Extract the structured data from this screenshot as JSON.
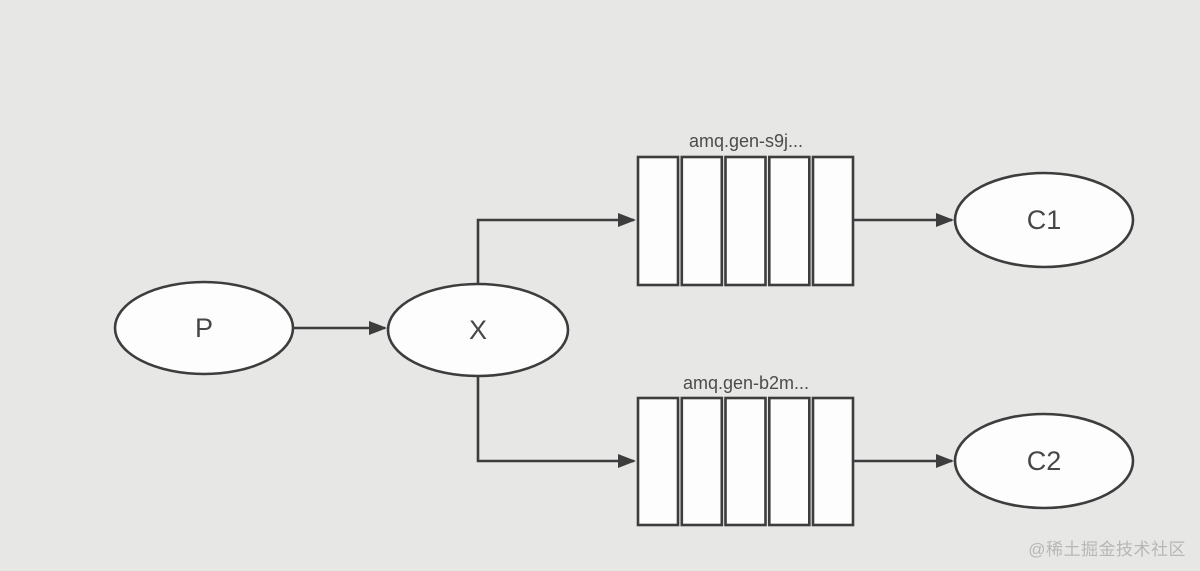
{
  "canvas": {
    "background_color": "#e7e7e6",
    "stroke_color": "#3d3d3d",
    "shape_fill_color": "#fdfdfd",
    "label_color": "#474747",
    "watermark_color": "#b7b7b7"
  },
  "diagram": {
    "type": "message-queue-fanout",
    "producer": {
      "label": "P"
    },
    "exchange": {
      "label": "X"
    },
    "queues": [
      {
        "label": "amq.gen-s9j...",
        "cells": 5
      },
      {
        "label": "amq.gen-b2m...",
        "cells": 5
      }
    ],
    "consumers": [
      {
        "label": "C1"
      },
      {
        "label": "C2"
      }
    ]
  },
  "watermark": {
    "text": "@稀土掘金技术社区"
  }
}
